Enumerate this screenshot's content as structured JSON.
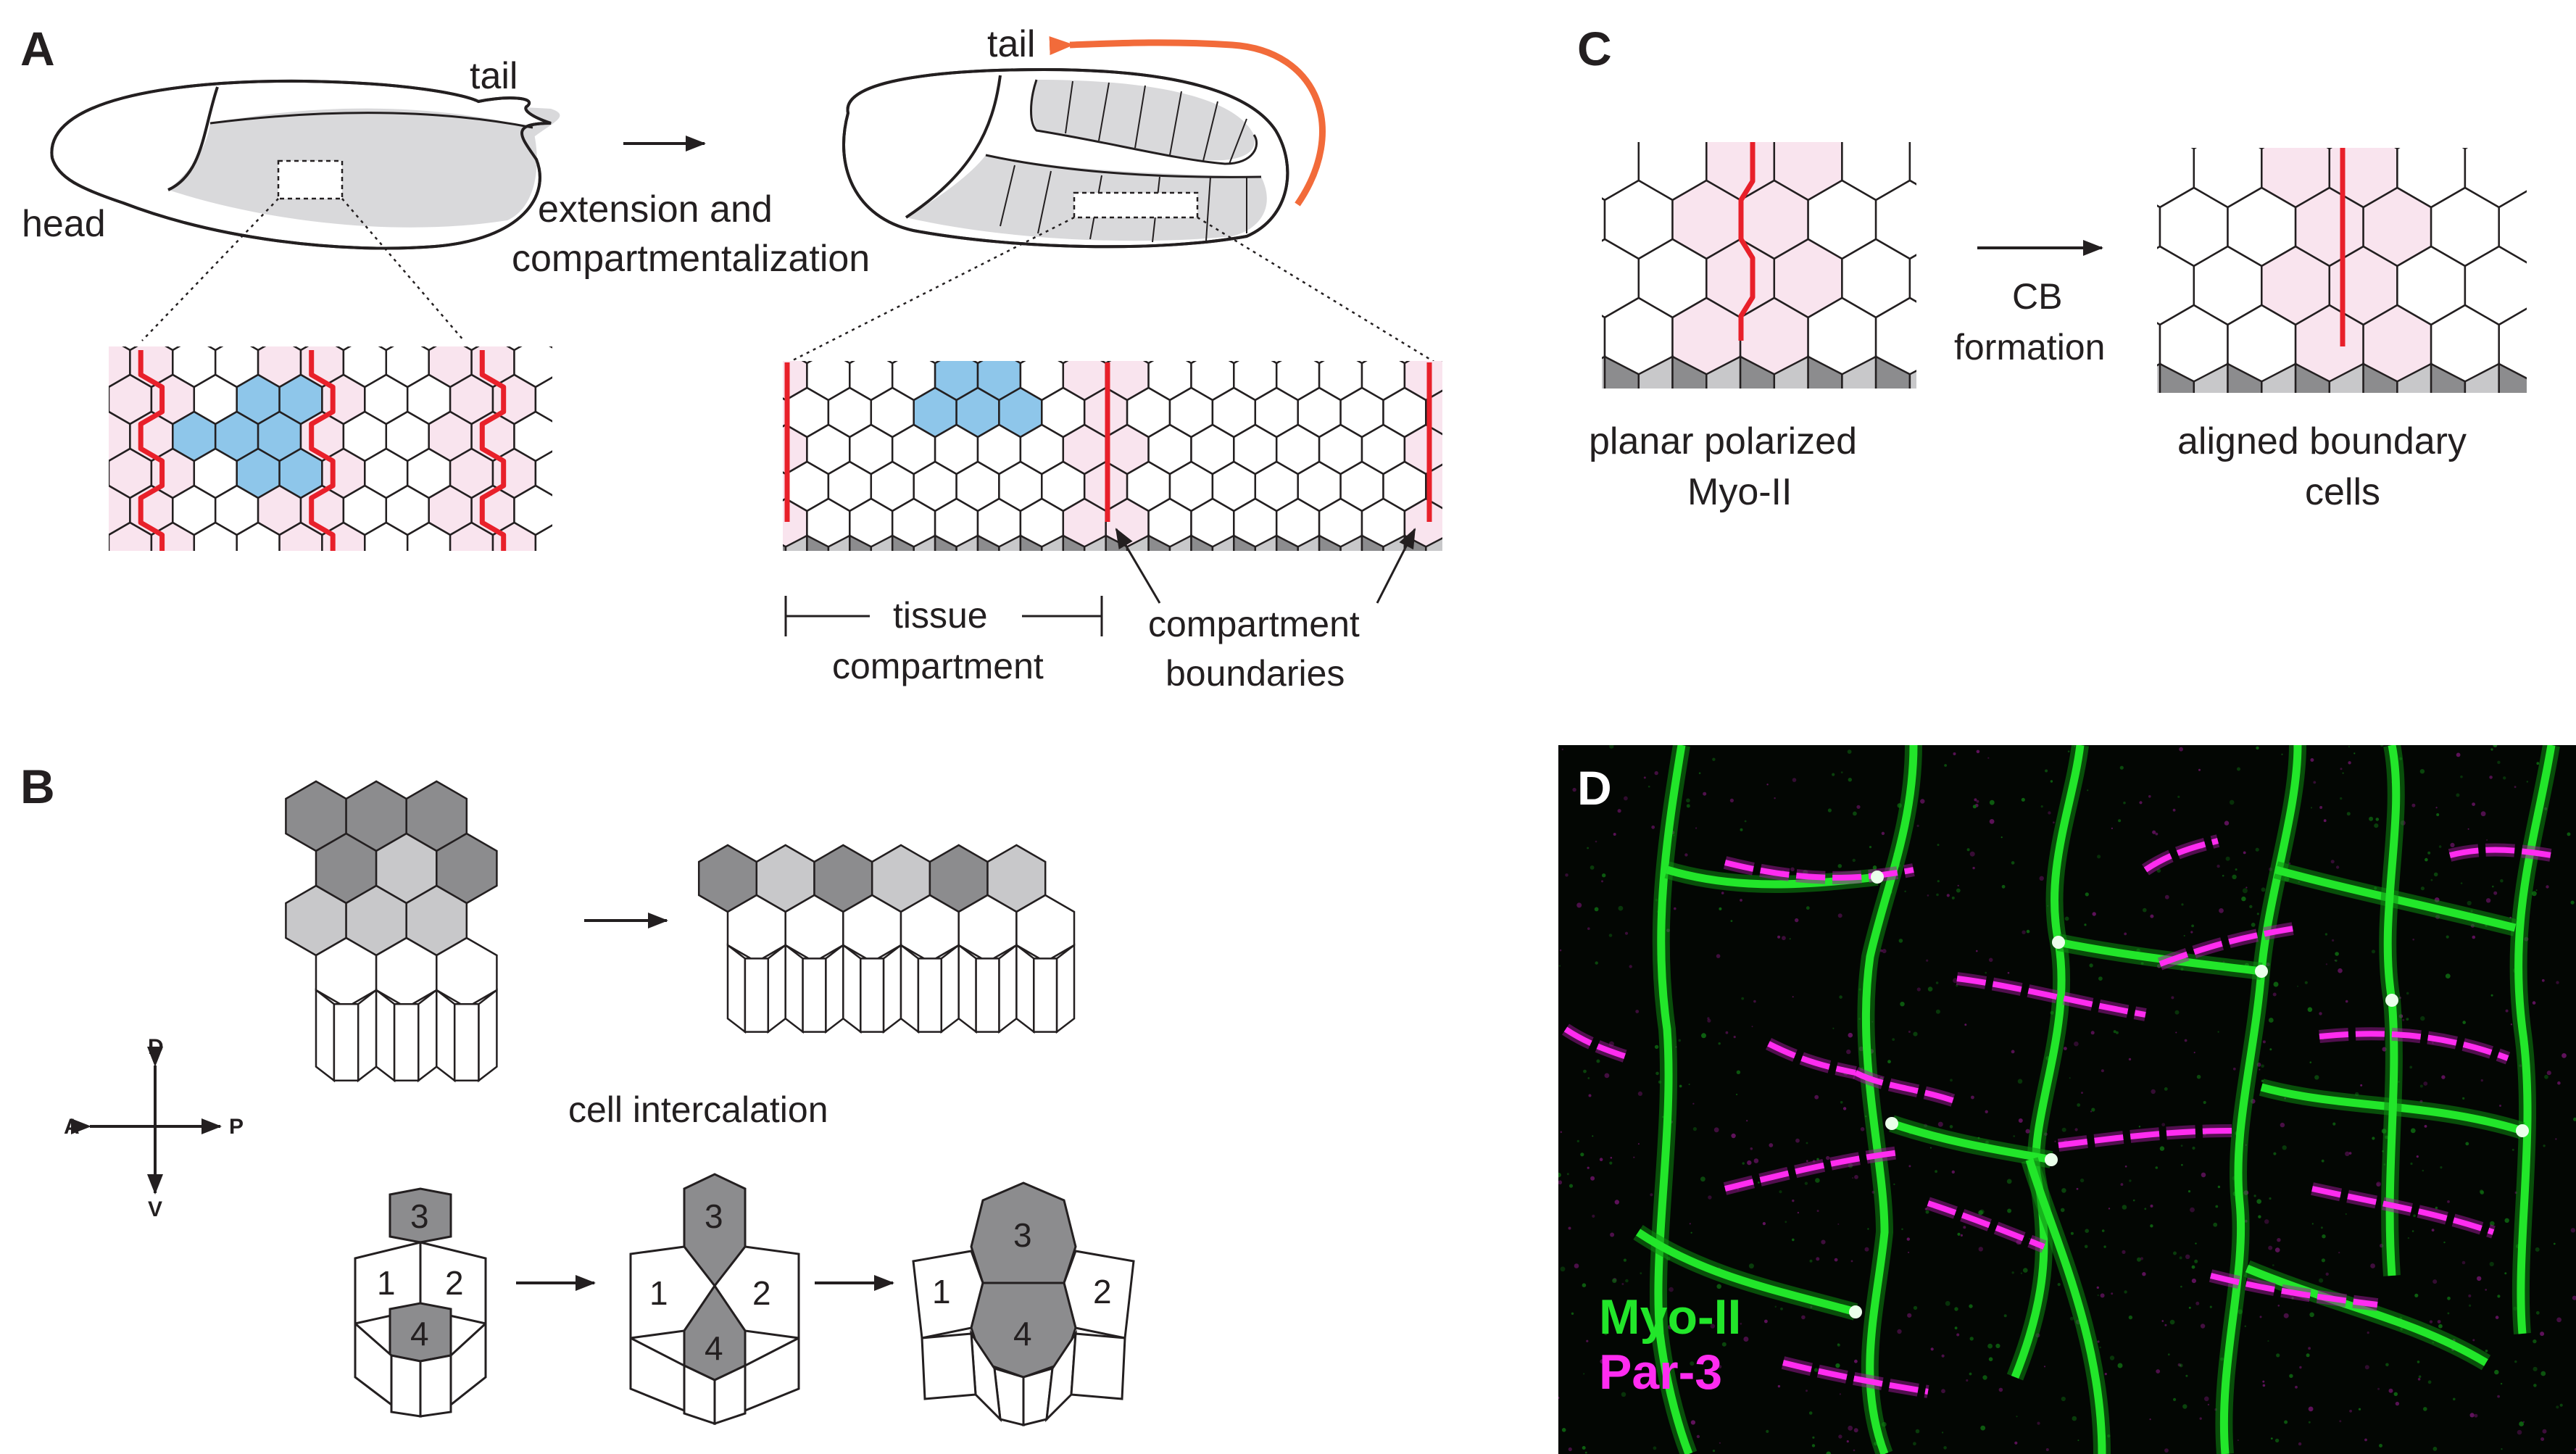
{
  "panels": {
    "A": {
      "letter": "A",
      "head": "head",
      "tail_left": "tail",
      "tail_right": "tail",
      "extension_line1": "extension and",
      "extension_line2": "compartmentalization",
      "tissue": "tissue",
      "compartment": "compartment",
      "compartment_b1": "compartment",
      "compartment_b2": "boundaries"
    },
    "B": {
      "letter": "B",
      "intercalation": "cell intercalation",
      "axis_d": "D",
      "axis_v": "V",
      "axis_a": "A",
      "axis_p": "P",
      "cells": [
        "1",
        "2",
        "3",
        "4"
      ]
    },
    "C": {
      "letter": "C",
      "cb_line1": "CB",
      "cb_line2": "formation",
      "left_line1": "planar polarized",
      "left_line2": "Myo-II",
      "right_line1": "aligned boundary",
      "right_line2": "cells"
    },
    "D": {
      "letter": "D",
      "legend_green": "Myo-II",
      "legend_magenta": "Par-3"
    }
  },
  "colors": {
    "boundary_red": "#e8202a",
    "tail_arrow": "#f26b3a",
    "pink_fill": "#f9e4ee",
    "blue_fill": "#8ec6ea",
    "tissue_grey": "#d9d9db",
    "dark_grey": "#8c8c8e",
    "light_grey": "#c8c8ca",
    "green_stain": "#22e62a",
    "magenta_stain": "#ff2cf0"
  }
}
